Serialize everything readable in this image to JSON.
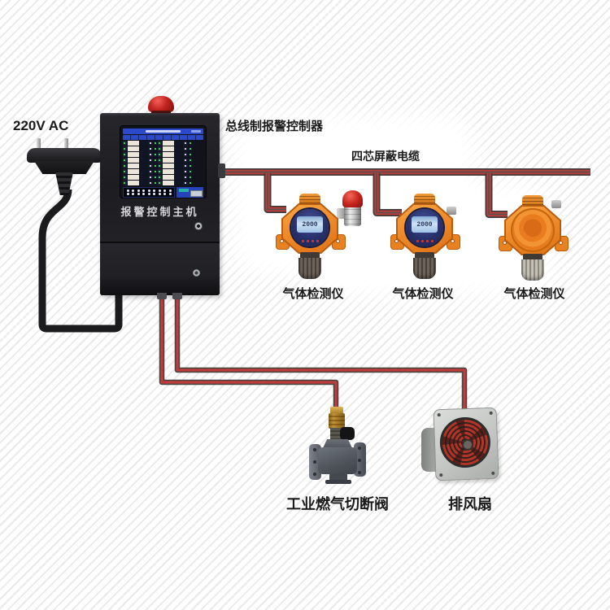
{
  "power": {
    "label": "220V AC"
  },
  "controller": {
    "title_label": "总线制报警控制器",
    "panel_label": "报警控制主机",
    "screen": {
      "rows": 8,
      "led_rows": 2,
      "led_cols": 9
    }
  },
  "bus": {
    "label": "四芯屏蔽电缆"
  },
  "detectors": [
    {
      "label": "气体检测仪",
      "display": "2000"
    },
    {
      "label": "气体检测仪",
      "display": "2000"
    },
    {
      "label": "气体检测仪"
    }
  ],
  "valve": {
    "label": "工业燃气切断阀"
  },
  "fan": {
    "label": "排风扇"
  },
  "colors": {
    "wire_red": "#c23b3c",
    "detector_orange": "#ef8b2a",
    "panel_black": "#202023",
    "beacon_red": "#c42520",
    "lcd_blue": "#a9c9ea",
    "stripe_gray": "#eaeaea"
  }
}
